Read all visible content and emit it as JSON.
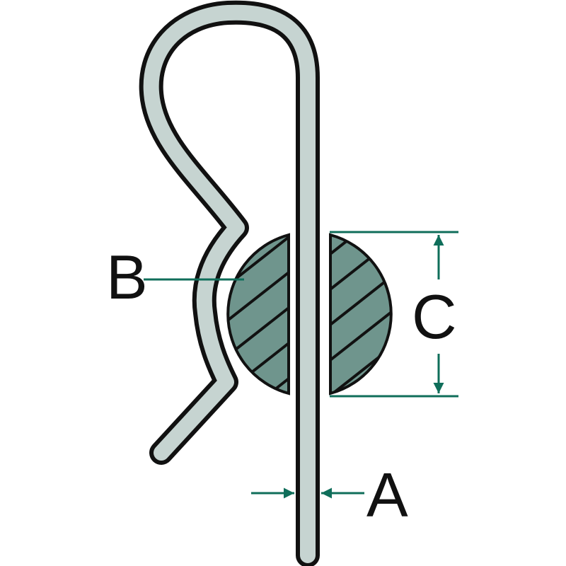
{
  "labels": {
    "a": "A",
    "b": "B",
    "c": "C"
  },
  "colors": {
    "clip_fill": "#c6d4d1",
    "pin_fill": "#6f958d",
    "dimension": "#0f6e5a",
    "outline": "#111111"
  }
}
